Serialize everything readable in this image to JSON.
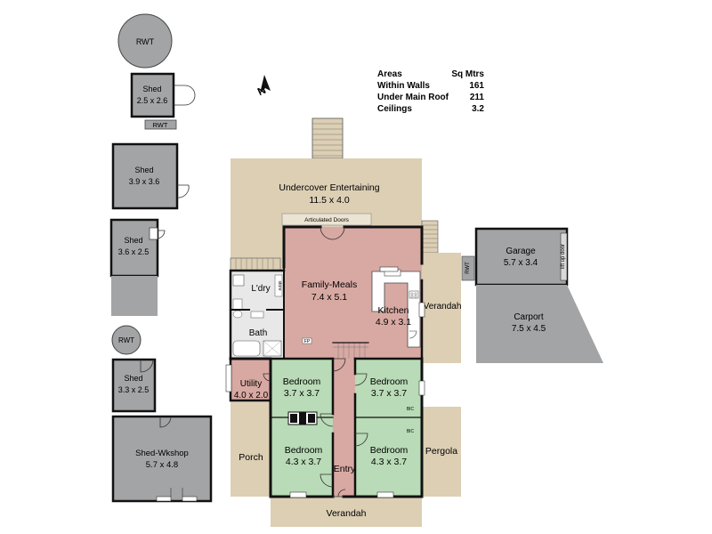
{
  "areas_table": {
    "header_label": "Areas",
    "header_unit": "Sq Mtrs",
    "rows": [
      {
        "label": "Within Walls",
        "value": "161"
      },
      {
        "label": "Under Main Roof",
        "value": "211"
      },
      {
        "label": "Ceilings",
        "value": "3.2"
      }
    ]
  },
  "compass": {
    "label": "N"
  },
  "outbuildings": {
    "rwt_top": "RWT",
    "shed1_name": "Shed",
    "shed1_dim": "2.5 x 2.6",
    "rwt_small": "RWT",
    "shed2_name": "Shed",
    "shed2_dim": "3.9 x 3.6",
    "shed3_name": "Shed",
    "shed3_dim": "3.6 x 2.5",
    "rwt_mid": "RWT",
    "shed4_name": "Shed",
    "shed4_dim": "3.3 x 2.5",
    "wkshop_name": "Shed-Wkshop",
    "wkshop_dim": "5.7 x 4.8",
    "garage_name": "Garage",
    "garage_dim": "5.7 x 3.4",
    "garage_door": "lift up door",
    "rwt_garage": "RWT",
    "carport_name": "Carport",
    "carport_dim": "7.5 x 4.5"
  },
  "house": {
    "entertaining_name": "Undercover Entertaining",
    "entertaining_dim": "11.5 x 4.0",
    "articulated_doors": "Articulated Doors",
    "family_name": "Family-Meals",
    "family_dim": "7.4 x 5.1",
    "ldry": "L'dry",
    "store": "store",
    "bath": "Bath",
    "kitchen_name": "Kitchen",
    "kitchen_dim": "4.9 x 3.1",
    "verandah_side": "Verandah",
    "utility_name": "Utility",
    "utility_dim": "4.0 x 2.0",
    "bed1_name": "Bedroom",
    "bed1_dim": "3.7 x 3.7",
    "bed2_name": "Bedroom",
    "bed2_dim": "3.7 x 3.7",
    "bed3_name": "Bedroom",
    "bed3_dim": "4.3 x 3.7",
    "bed4_name": "Bedroom",
    "bed4_dim": "4.3 x 3.7",
    "porch": "Porch",
    "pergola": "Pergola",
    "entry": "Entry",
    "verandah_front": "Verandah",
    "fp_label": "FP",
    "bic_label": "BIC",
    "bic_label2": "BIC"
  },
  "colors": {
    "outdoor": "#dccfb4",
    "living": "#d8a9a3",
    "wet": "#e8e8e8",
    "bedroom": "#b9dbb7",
    "gray": "#a2a4a6",
    "wall": "#111111"
  }
}
